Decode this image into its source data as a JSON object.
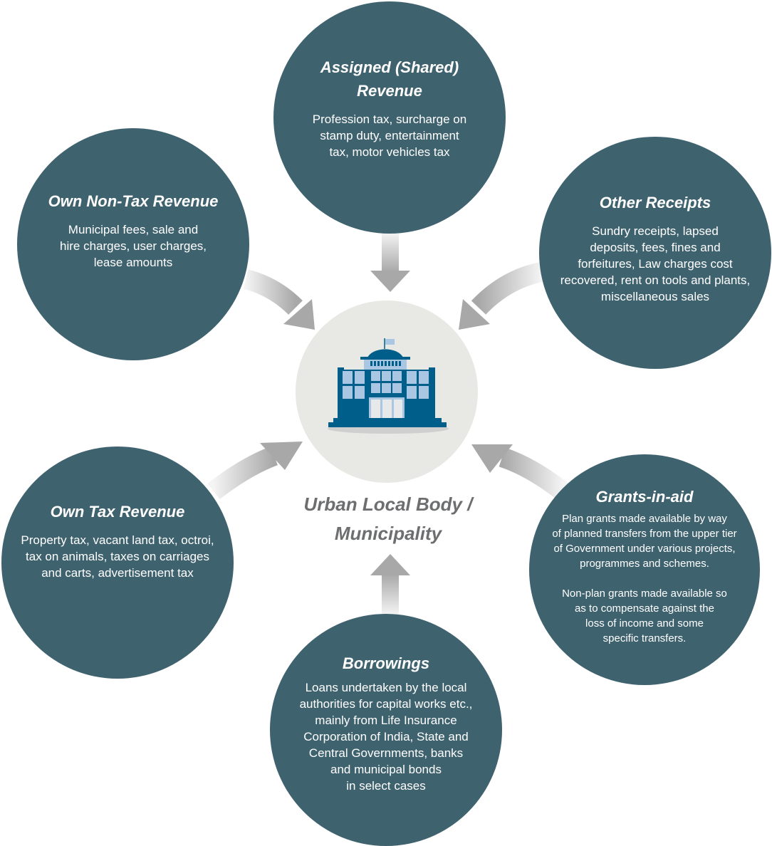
{
  "center": {
    "label_line1": "Urban Local Body /",
    "label_line2": "Municipality",
    "icon": "municipal-building-icon"
  },
  "colors": {
    "circle": "#3f626f",
    "center": "#e8e8e4",
    "building": "#005e8a",
    "window": "#a9c6e2",
    "arrow": "#b0b0b0"
  },
  "sources": [
    {
      "title_line1": "Assigned (Shared)",
      "title_line2": "Revenue",
      "desc": [
        "Profession tax, surcharge on",
        "stamp duty, entertainment",
        "tax, motor vehicles tax"
      ]
    },
    {
      "title_line1": "Other Receipts",
      "desc": [
        "Sundry receipts, lapsed",
        "deposits, fees, fines and",
        "forfeitures, Law charges cost",
        "recovered, rent on tools and plants,",
        "miscellaneous sales"
      ]
    },
    {
      "title_line1": "Grants-in-aid",
      "desc": [
        "Plan grants made available by way",
        "of planned transfers from the upper tier",
        "of  Government under various projects,",
        "programmes and schemes.",
        "",
        "Non-plan grants made available so",
        "as to compensate against the",
        "loss of income and some",
        "specific transfers."
      ]
    },
    {
      "title_line1": "Borrowings",
      "desc": [
        "Loans undertaken by the local",
        "authorities for capital works etc.,",
        "mainly from  Life Insurance",
        "Corporation of India, State and",
        "Central Governments, banks",
        "and municipal bonds",
        "in select cases"
      ]
    },
    {
      "title_line1": "Own Tax Revenue",
      "desc": [
        "Property tax, vacant land tax, octroi,",
        "tax on animals, taxes on carriages",
        "and carts, advertisement tax"
      ]
    },
    {
      "title_line1": "Own Non-Tax Revenue",
      "desc": [
        "Municipal fees, sale and",
        "hire charges, user charges,",
        "lease amounts"
      ]
    }
  ]
}
